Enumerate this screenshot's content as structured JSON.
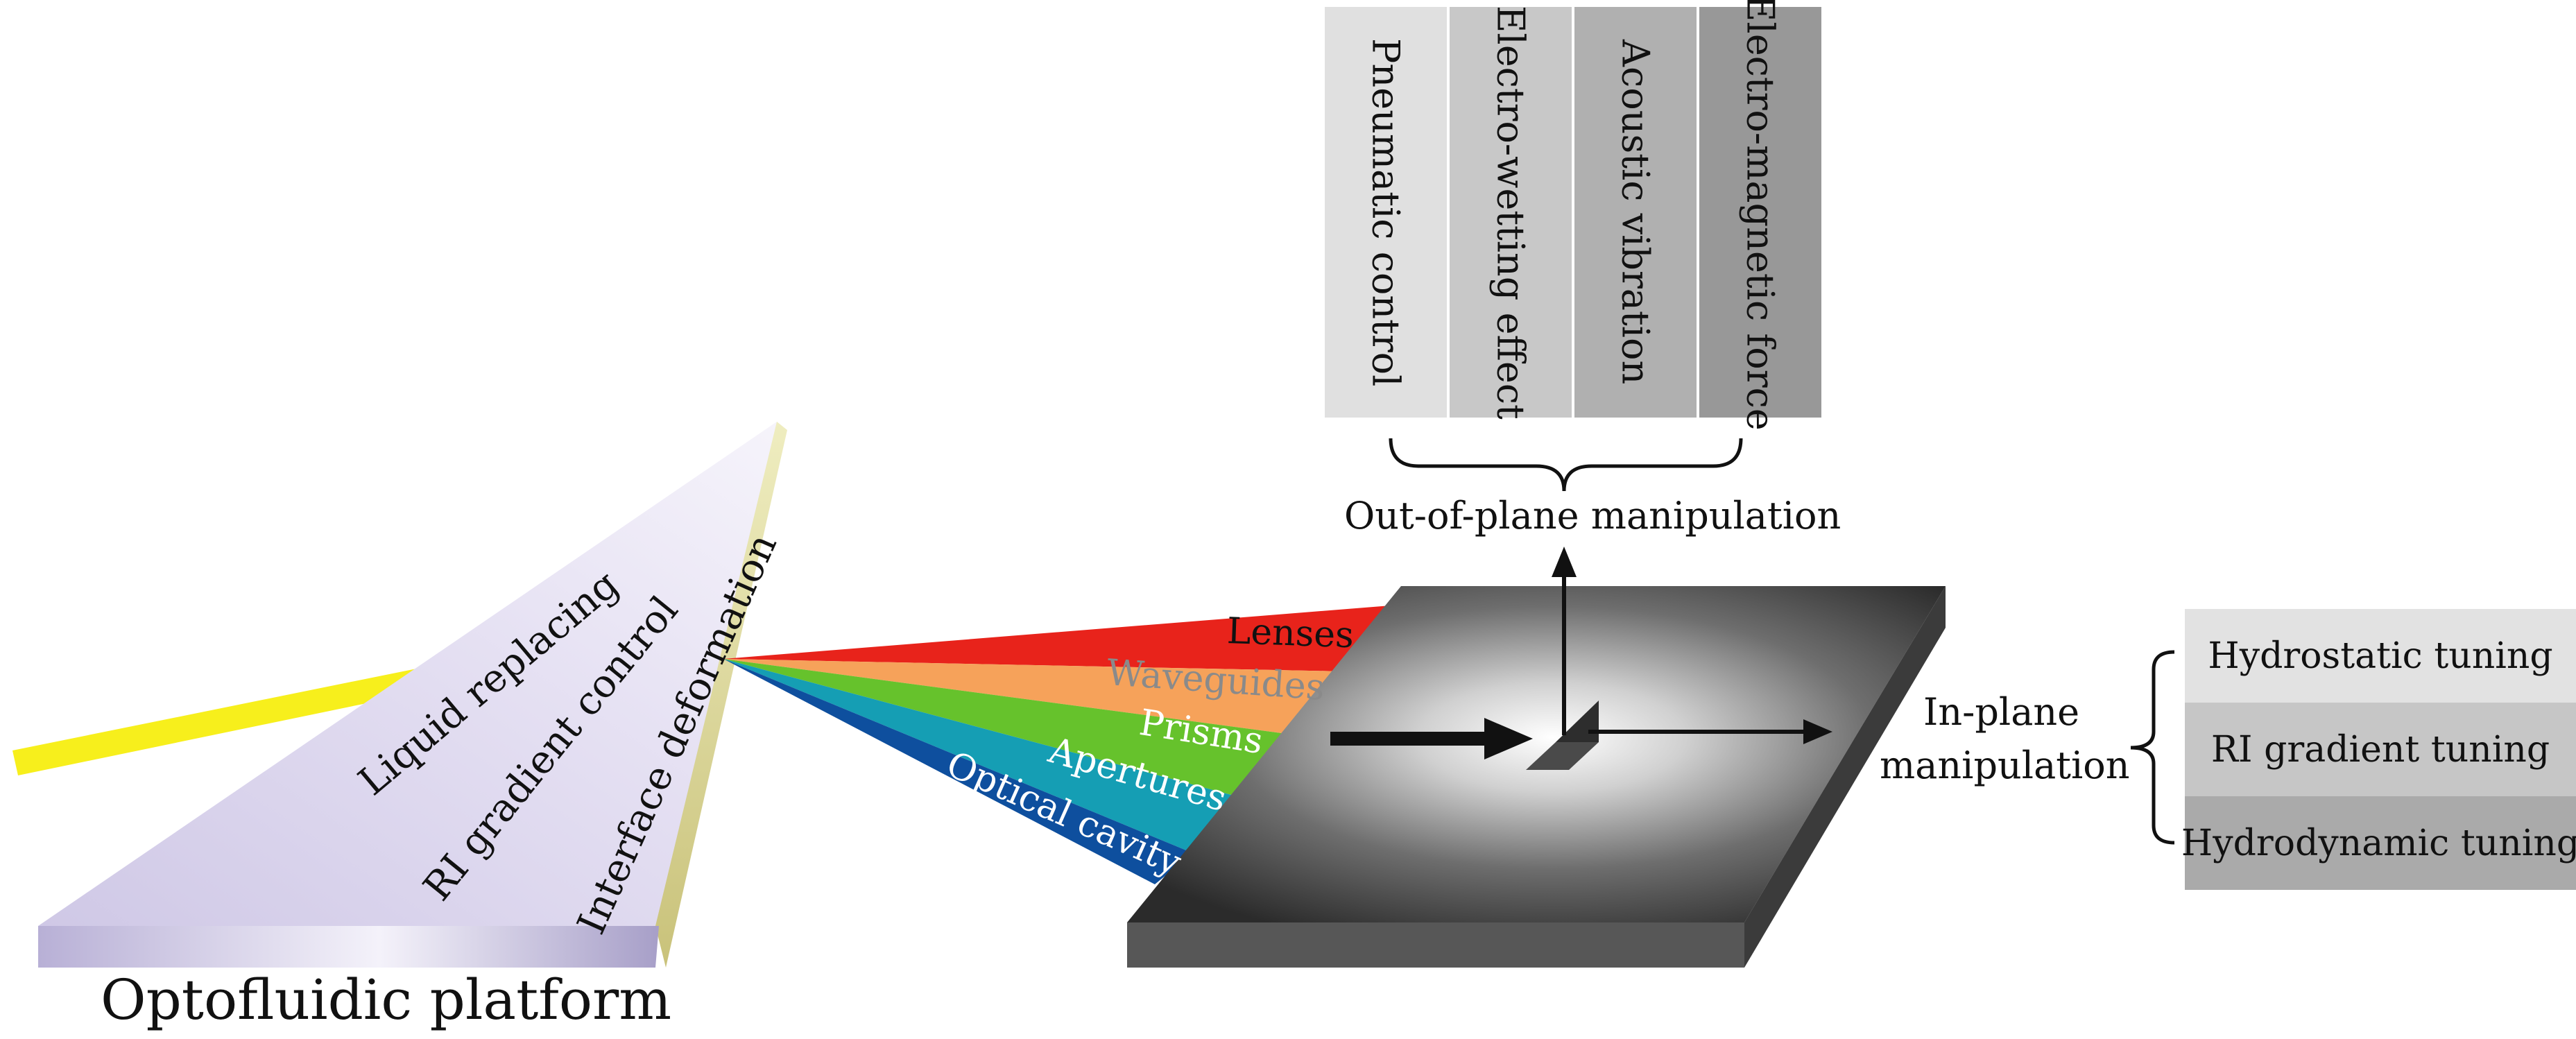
{
  "platform": {
    "title": "Optofluidic platform",
    "methods": [
      "Liquid replacing",
      "RI gradient control",
      "Interface deformation"
    ]
  },
  "outputs": [
    "Lenses",
    "Waveguides",
    "Prisms",
    "Apertures",
    "Optical cavity"
  ],
  "out_of_plane": {
    "label": "Out-of-plane manipulation",
    "methods": [
      "Pneumatic control",
      "Electro-wetting effect",
      "Acoustic vibration",
      "Electro-magnetic force"
    ]
  },
  "in_plane": {
    "label_line1": "In-plane",
    "label_line2": "manipulation",
    "methods": [
      "Hydrostatic tuning",
      "RI gradient tuning",
      "Hydrodynamic tuning"
    ]
  },
  "colors": {
    "input_beam": "#f7ef1c",
    "prism": "#d6d0ec",
    "spectrum": [
      "#e8231b",
      "#f6a25a",
      "#66c22c",
      "#159eb4",
      "#0e4f9e"
    ],
    "out_boxes": [
      "#e0e0e0",
      "#c8c8c8",
      "#b0b0b0",
      "#989898"
    ],
    "tune_boxes": [
      "#e2e2e2",
      "#c6c6c6",
      "#aaaaaa"
    ]
  }
}
